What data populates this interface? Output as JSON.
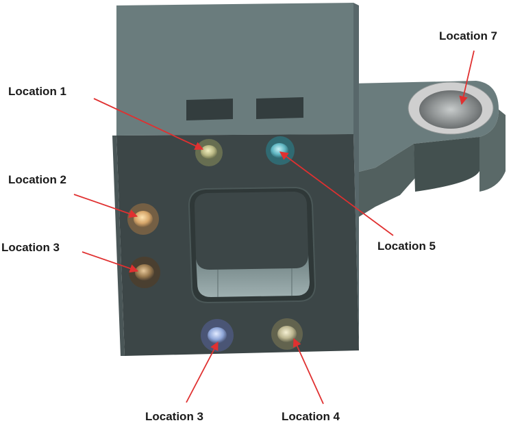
{
  "labels": {
    "location_1": "Location 1",
    "location_2": "Location 2",
    "location_3_left": "Location 3",
    "location_3_bottom": "Location 3",
    "location_4": "Location 4",
    "location_5": "Location 5",
    "location_7": "Location 7"
  },
  "colors": {
    "arrow": "#e03030",
    "front_face": "#3c4647",
    "top_face": "#6a7c7d",
    "bracket": "#4f5d5e"
  }
}
